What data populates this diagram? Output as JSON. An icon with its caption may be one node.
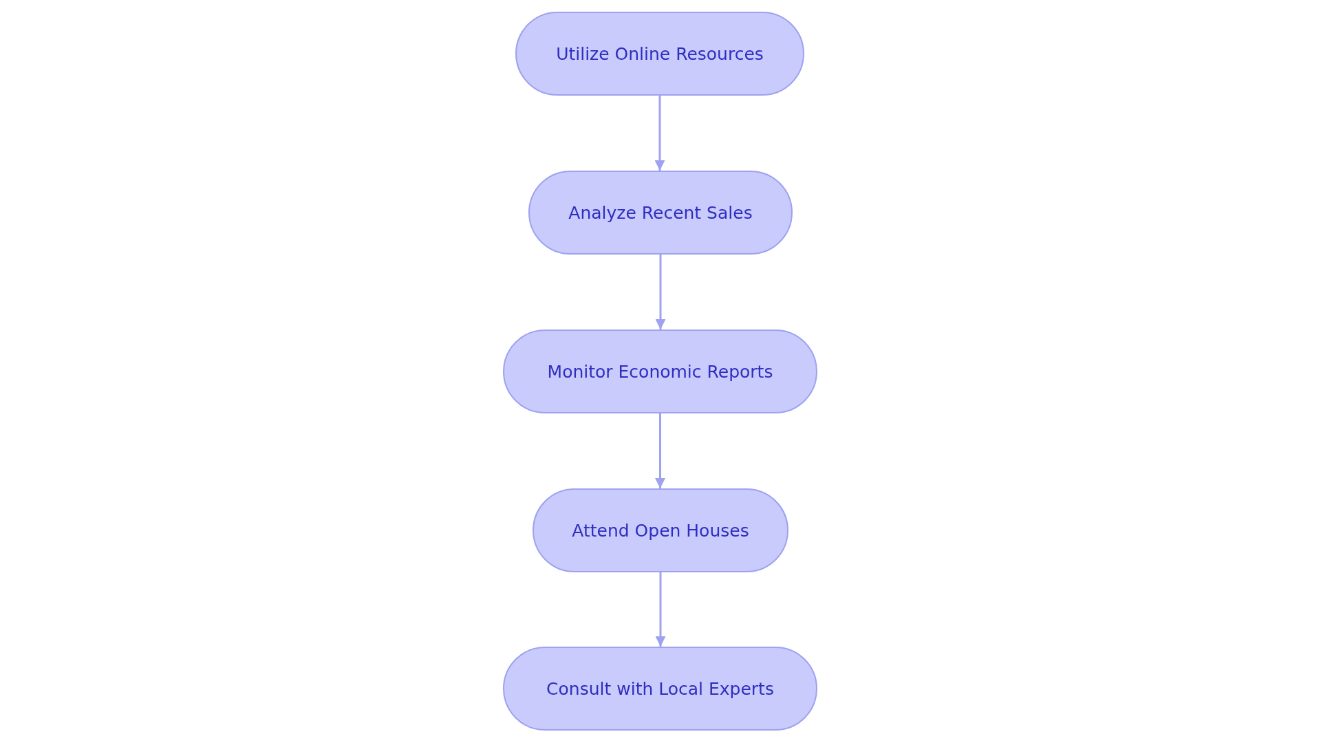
{
  "diagram": {
    "nodes": [
      {
        "text": [
          "Utilize Online Resources"
        ]
      },
      {
        "text": [
          "Analyze Recent Sales"
        ]
      },
      {
        "text": [
          "Monitor Economic Reports"
        ]
      },
      {
        "text": [
          "Attend Open Houses"
        ]
      },
      {
        "text": [
          "Consult with Local Experts"
        ]
      }
    ],
    "edges": [
      {
        "from": 0,
        "to": 1,
        "arrow": "to"
      },
      {
        "from": 1,
        "to": 2,
        "arrow": "to"
      },
      {
        "from": 2,
        "to": 3,
        "arrow": "to"
      },
      {
        "from": 3,
        "to": 4,
        "arrow": "to"
      }
    ]
  }
}
